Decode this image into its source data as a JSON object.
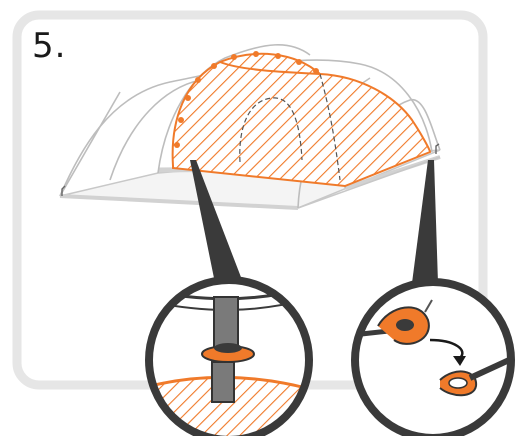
{
  "step": {
    "number": "5."
  },
  "colors": {
    "accent": "#f07a2a",
    "frame": "#e6e6e6",
    "outline": "#bdbdbd",
    "dark": "#3a3a3a",
    "strap": "#7a7a7a"
  },
  "illustration": {
    "subject": "tent-inner-attachment",
    "details": [
      "toggle-clip-detail",
      "ring-hook-detail"
    ]
  }
}
